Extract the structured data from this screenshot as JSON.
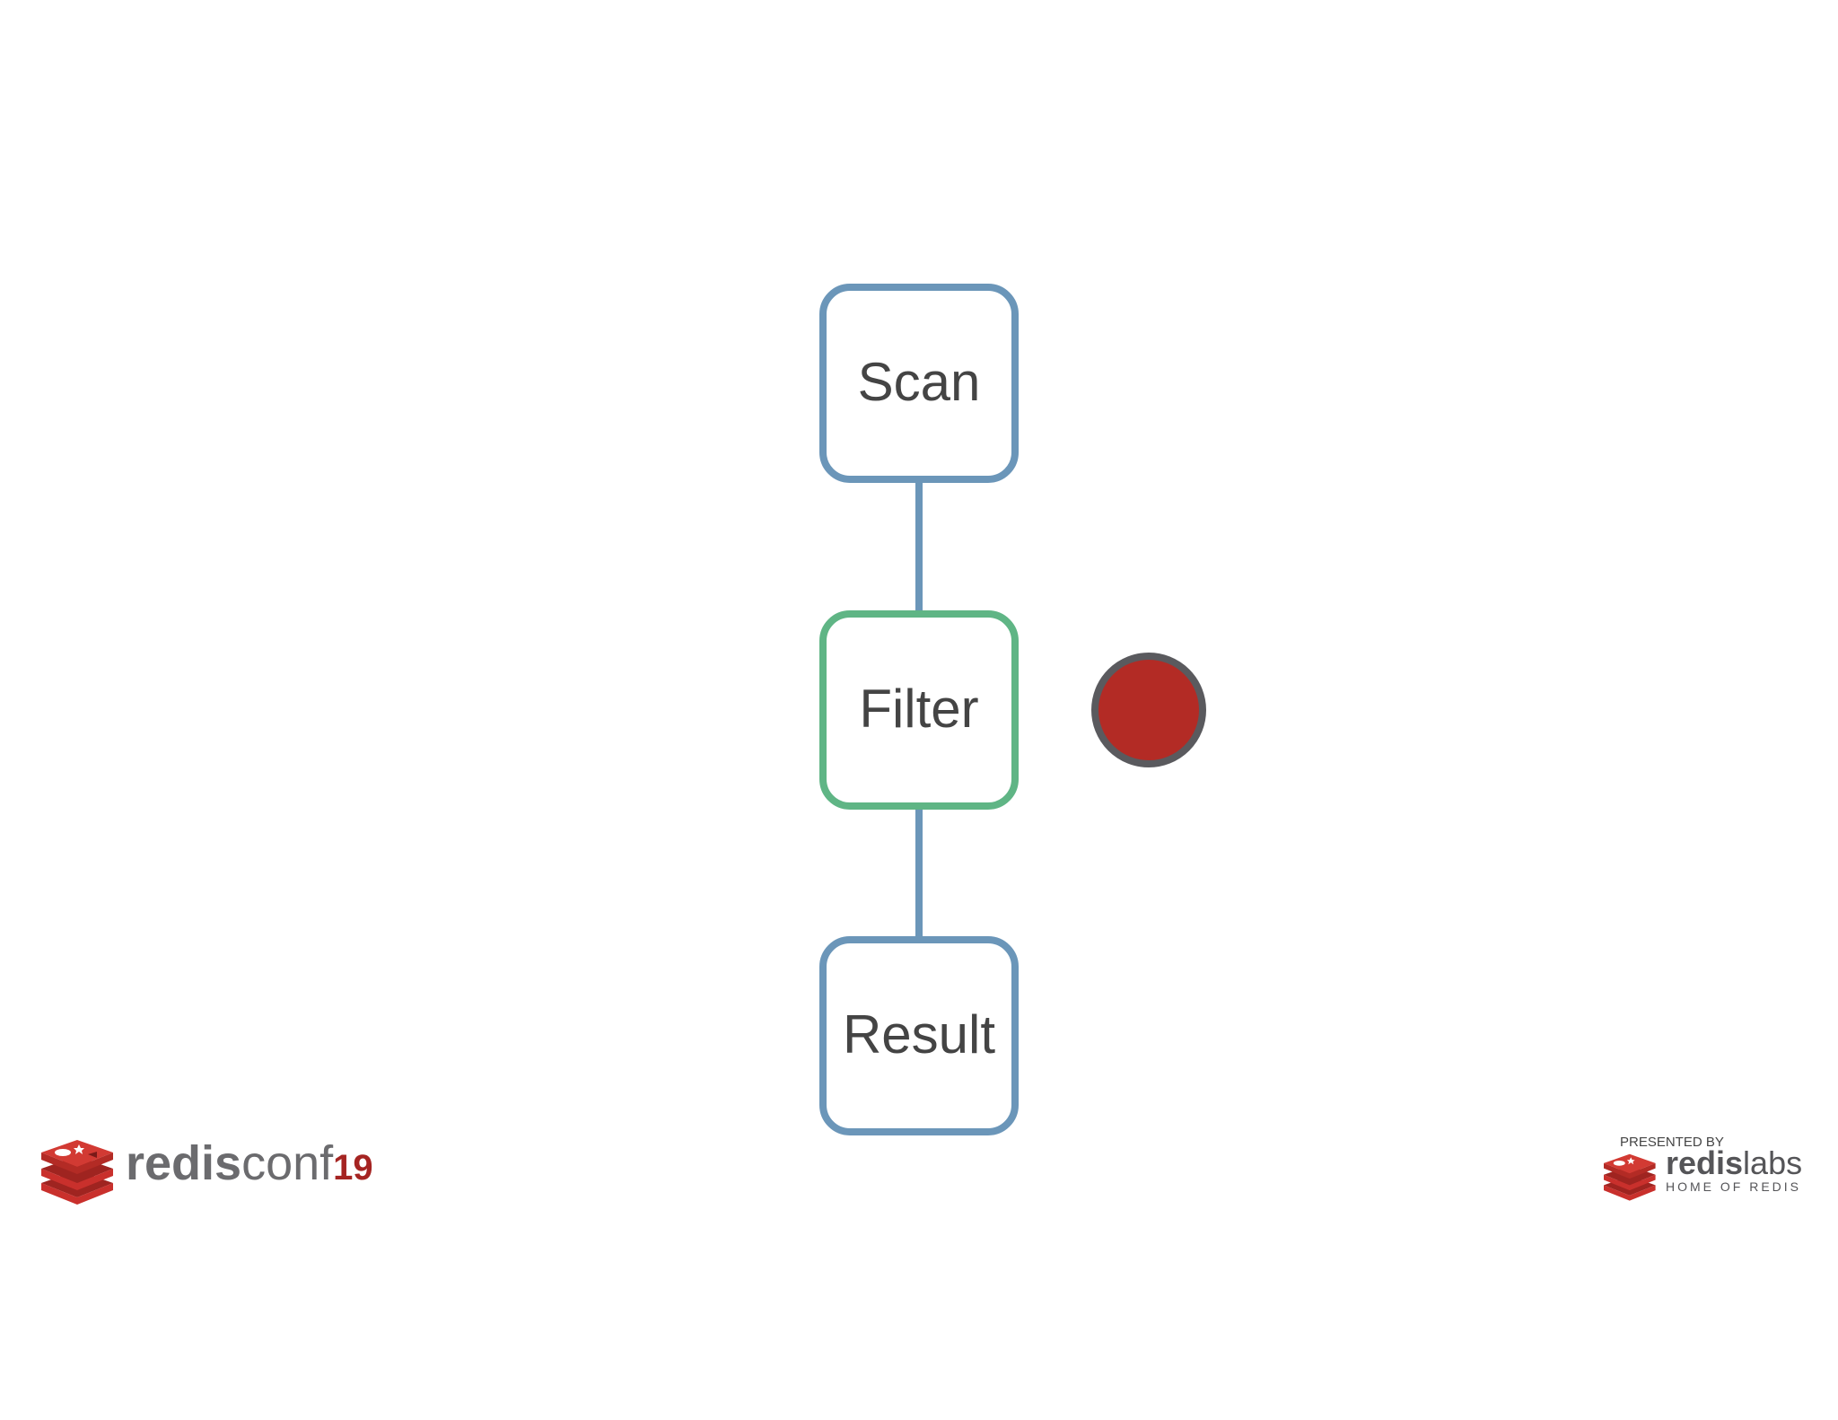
{
  "colors": {
    "background": "#ffffff",
    "node_default_border": "#6b96b9",
    "node_active_border": "#5fb585",
    "connector": "#6b96b9",
    "node_text": "#444444",
    "indicator_fill": "#b32b25",
    "indicator_border": "#5a5a5e",
    "brand_red": "#c9302c",
    "brand_gray": "#6b6b6e",
    "brand_dark_red": "#a52422"
  },
  "diagram": {
    "nodes": [
      {
        "id": "scan",
        "label": "Scan",
        "state": "default"
      },
      {
        "id": "filter",
        "label": "Filter",
        "state": "active"
      },
      {
        "id": "result",
        "label": "Result",
        "state": "default"
      }
    ],
    "indicator": {
      "attached_to": "filter",
      "icon": "red-dot-icon"
    }
  },
  "footer": {
    "conf_logo": {
      "icon": "redis-stack-icon",
      "part1": "redis",
      "part2": "conf",
      "part3": "19"
    },
    "sponsor": {
      "presented_by": "PRESENTED BY",
      "icon": "redis-stack-icon",
      "brand1": "redis",
      "brand2": "labs",
      "tagline": "HOME OF REDIS"
    }
  }
}
